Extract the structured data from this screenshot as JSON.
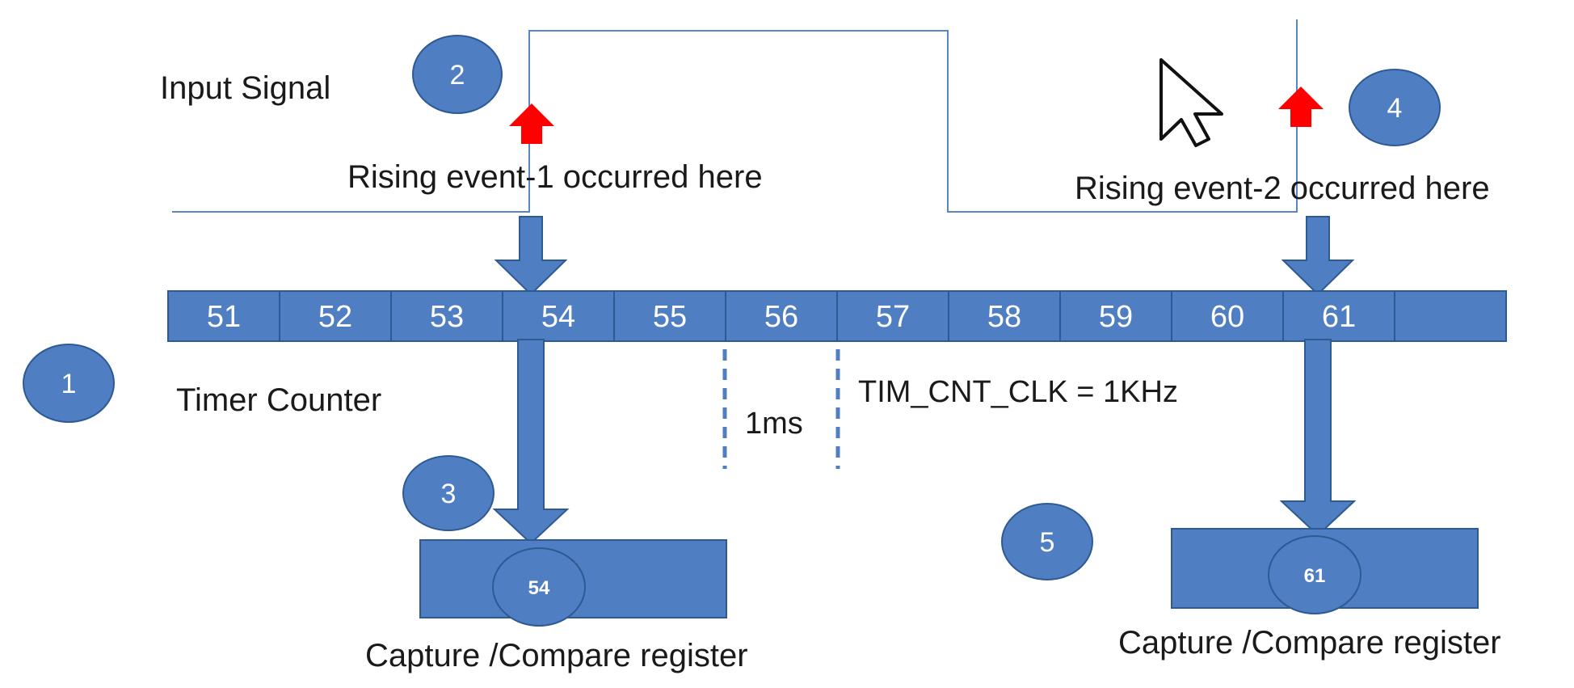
{
  "labels": {
    "input_signal": "Input Signal",
    "rising_event_1": "Rising event-1 occurred here",
    "rising_event_2": "Rising event-2 occurred here",
    "timer_counter": "Timer Counter",
    "clock": "TIM_CNT_CLK = 1KHz",
    "period": "1ms",
    "capture_register_left": "Capture /Compare register",
    "capture_register_right": "Capture /Compare register"
  },
  "counter": {
    "cells": [
      "51",
      "52",
      "53",
      "54",
      "55",
      "56",
      "57",
      "58",
      "59",
      "60",
      "61",
      ""
    ]
  },
  "badges": {
    "b1": "1",
    "b2": "2",
    "b3": "3",
    "b4": "4",
    "b5": "5"
  },
  "captured": {
    "left": "54",
    "right": "61"
  },
  "colors": {
    "shape_fill": "#4f7ec2",
    "shape_stroke": "#2e5a93",
    "arrow_red": "#ff0000",
    "signal_line": "#5b86c4",
    "text": "#1a1a1a"
  },
  "icons": {
    "cursor": "mouse-pointer-icon"
  }
}
